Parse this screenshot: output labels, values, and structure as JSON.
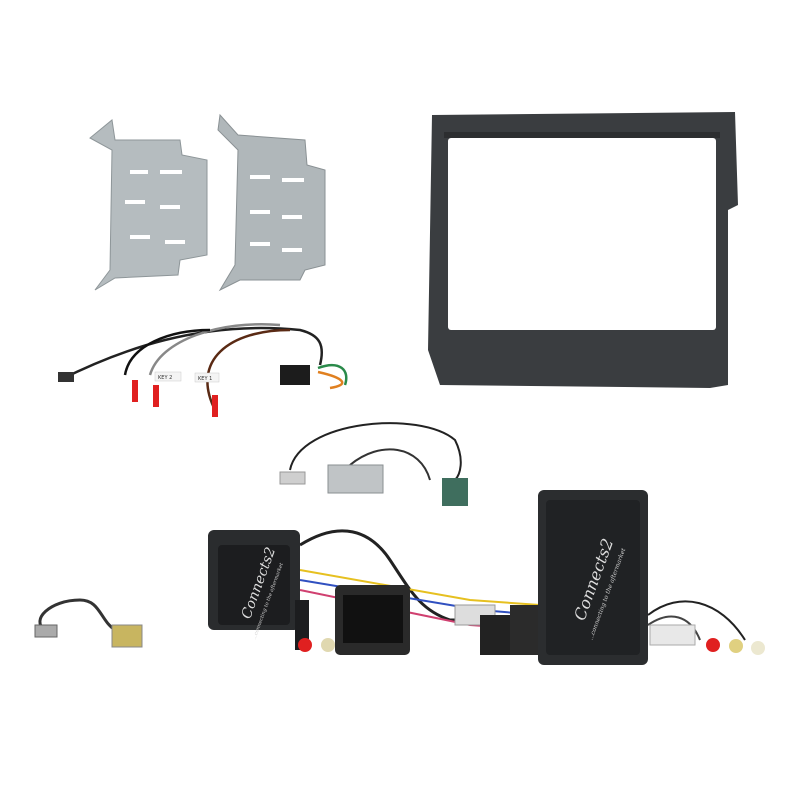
{
  "scene": {
    "background": "#ffffff",
    "items": [
      {
        "id": "mounting-bracket-left"
      },
      {
        "id": "mounting-bracket-right"
      },
      {
        "id": "fascia-panel",
        "color": "#3a3d40"
      },
      {
        "id": "steering-wire-harness",
        "tags": [
          "KEY 2",
          "KEY 1"
        ]
      },
      {
        "id": "antenna-adapter"
      },
      {
        "id": "steering-interface-box",
        "logo": "Connects2",
        "tagline": "...connecting to the aftermarket"
      },
      {
        "id": "usb-lead"
      },
      {
        "id": "main-interface-box",
        "logo": "Connects2",
        "tagline": "...connecting to the aftermarket"
      }
    ]
  },
  "colors": {
    "metal": "#b5bcbf",
    "plastic": "#2b2d2f",
    "connector_red": "#e02020",
    "antenna_green": "#3f6e5e"
  }
}
